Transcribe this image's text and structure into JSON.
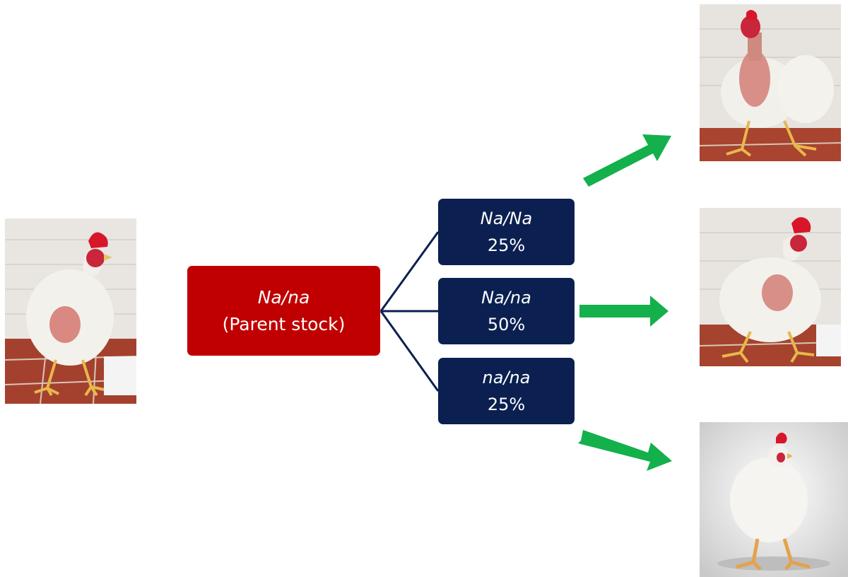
{
  "parent": {
    "genotype": "Na/na",
    "label": "(Parent stock)",
    "color": "#c00000"
  },
  "offspring": [
    {
      "genotype": "Na/Na",
      "percent": "25%"
    },
    {
      "genotype": "Na/na",
      "percent": "50%"
    },
    {
      "genotype": "na/na",
      "percent": "25%"
    }
  ],
  "colors": {
    "offspring_box": "#0b2050",
    "connector": "#0b2050",
    "arrow": "#13b04b"
  },
  "icons": {
    "photos": [
      "chicken-photo",
      "chicken-photo",
      "chicken-photo",
      "chicken-photo"
    ]
  }
}
